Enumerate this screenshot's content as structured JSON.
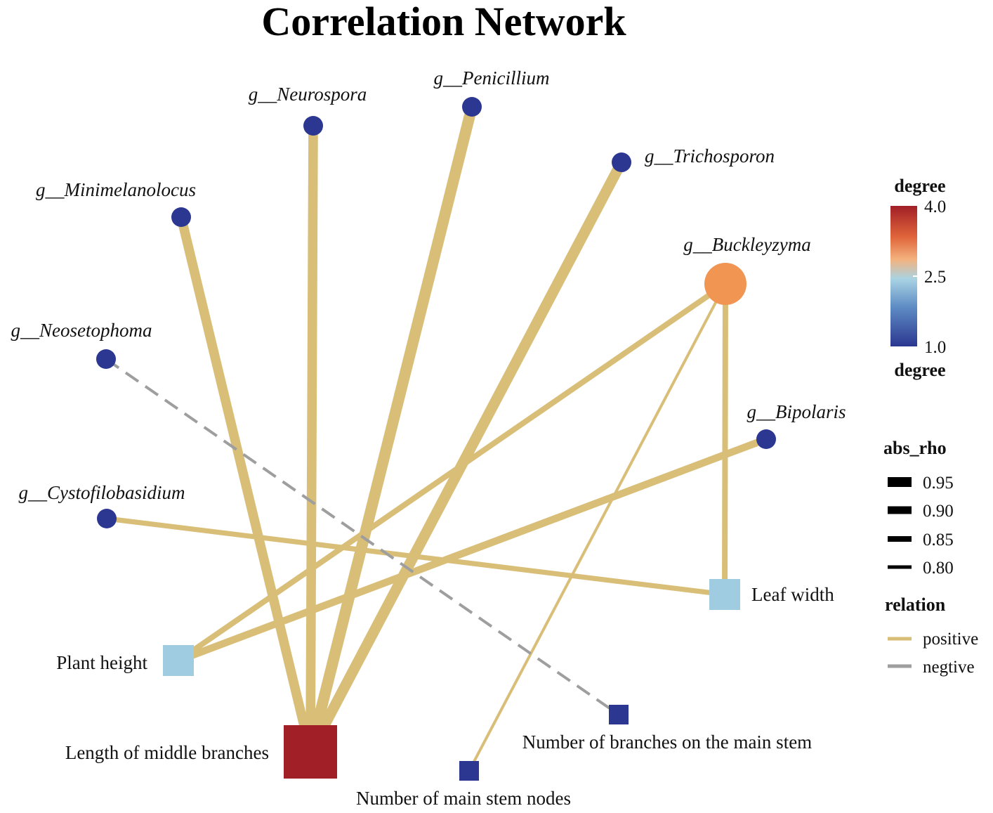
{
  "title": "Correlation Network",
  "colors": {
    "positive": "#D9BE78",
    "negative": "#9E9E9E",
    "degree_low": "#2B3790",
    "degree_mid": "#9FCCE0",
    "degree_mid_high": "#F09552",
    "degree_high": "#A11F27"
  },
  "nodes": [
    {
      "id": "neurospora",
      "label": "g__Neurospora",
      "degree": 1,
      "shape": "circle",
      "italic": true
    },
    {
      "id": "penicillium",
      "label": "g__Penicillium",
      "degree": 1,
      "shape": "circle",
      "italic": true
    },
    {
      "id": "trichosporon",
      "label": "g__Trichosporon",
      "degree": 1,
      "shape": "circle",
      "italic": true
    },
    {
      "id": "minimelanolocus",
      "label": "g__Minimelanolocus",
      "degree": 1,
      "shape": "circle",
      "italic": true
    },
    {
      "id": "buckleyzyma",
      "label": "g__Buckleyzyma",
      "degree": 3,
      "shape": "circle",
      "italic": true
    },
    {
      "id": "neosetophoma",
      "label": "g__Neosetophoma",
      "degree": 1,
      "shape": "circle",
      "italic": true
    },
    {
      "id": "bipolaris",
      "label": "g__Bipolaris",
      "degree": 1,
      "shape": "circle",
      "italic": true
    },
    {
      "id": "cystofilobasidium",
      "label": "g__Cystofilobasidium",
      "degree": 1,
      "shape": "circle",
      "italic": true
    },
    {
      "id": "leaf_width",
      "label": "Leaf width",
      "degree": 2,
      "shape": "square",
      "italic": false
    },
    {
      "id": "plant_height",
      "label": "Plant height",
      "degree": 2,
      "shape": "square",
      "italic": false
    },
    {
      "id": "length_middle_branches",
      "label": "Length of middle branches",
      "degree": 4,
      "shape": "square",
      "italic": false
    },
    {
      "id": "num_branches_main_stem",
      "label": "Number of branches on the main stem",
      "degree": 1,
      "shape": "square",
      "italic": false
    },
    {
      "id": "num_main_stem_nodes",
      "label": "Number of main stem nodes",
      "degree": 1,
      "shape": "square",
      "italic": false
    }
  ],
  "edges": [
    {
      "source": "minimelanolocus",
      "target": "length_middle_branches",
      "relation": "positive",
      "abs_rho": 0.92
    },
    {
      "source": "neurospora",
      "target": "length_middle_branches",
      "relation": "positive",
      "abs_rho": 0.92
    },
    {
      "source": "penicillium",
      "target": "length_middle_branches",
      "relation": "positive",
      "abs_rho": 0.95
    },
    {
      "source": "trichosporon",
      "target": "length_middle_branches",
      "relation": "positive",
      "abs_rho": 0.94
    },
    {
      "source": "buckleyzyma",
      "target": "plant_height",
      "relation": "positive",
      "abs_rho": 0.85
    },
    {
      "source": "buckleyzyma",
      "target": "num_main_stem_nodes",
      "relation": "positive",
      "abs_rho": 0.8
    },
    {
      "source": "buckleyzyma",
      "target": "leaf_width",
      "relation": "positive",
      "abs_rho": 0.85
    },
    {
      "source": "bipolaris",
      "target": "plant_height",
      "relation": "positive",
      "abs_rho": 0.88
    },
    {
      "source": "cystofilobasidium",
      "target": "leaf_width",
      "relation": "positive",
      "abs_rho": 0.84
    },
    {
      "source": "neosetophoma",
      "target": "num_branches_main_stem",
      "relation": "negative",
      "abs_rho": 0.82
    }
  ],
  "legend": {
    "degree_title": "degree",
    "degree_title_bottom": "degree",
    "degree_ticks": [
      "4.0",
      "2.5",
      "1.0"
    ],
    "abs_rho_title": "abs_rho",
    "abs_rho_values": [
      "0.95",
      "0.90",
      "0.85",
      "0.80"
    ],
    "relation_title": "relation",
    "relation_labels": [
      "positive",
      "negtive"
    ]
  }
}
